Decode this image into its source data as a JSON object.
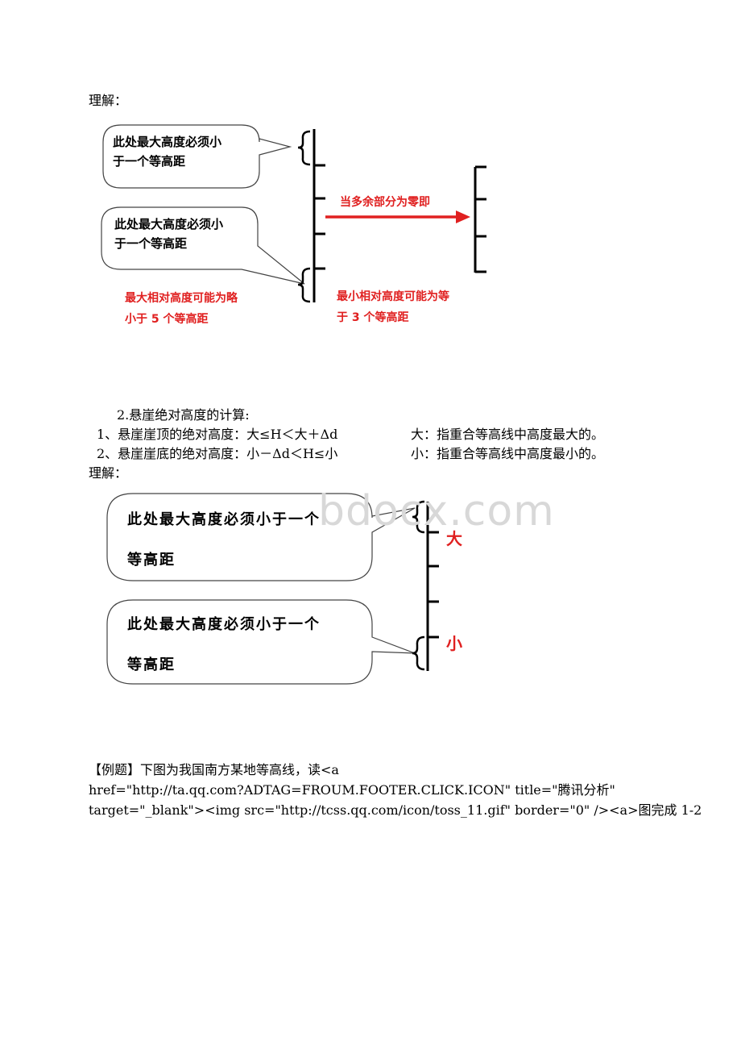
{
  "top": {
    "understanding_label": "理解："
  },
  "diagram1": {
    "callout_top": [
      "此处最大高度必须小",
      "于一个等高距"
    ],
    "callout_bottom": [
      "此处最大高度必须小",
      "于一个等高距"
    ],
    "arrow_label": "当多余部分为零即",
    "note_left": [
      "最大相对高度可能为略",
      "小于 5 个等高距"
    ],
    "note_right": [
      "最小相对高度可能为等",
      "于 3 个等高距"
    ]
  },
  "section2": {
    "heading": "2.悬崖绝对高度的计算:",
    "line1_left": "1、悬崖崖顶的绝对高度：大≤H＜大＋Δd",
    "line1_right": "大：指重合等高线中高度最大的。",
    "line2_left": "2、悬崖崖底的绝对高度：小－Δd＜H≤小",
    "line2_right": "小：指重合等高线中高度最小的。",
    "understanding_label": "理解："
  },
  "diagram2": {
    "callout_top": [
      "此处最大高度必须小于一个",
      "等高距"
    ],
    "callout_bottom": [
      "此处最大高度必须小于一个",
      "等高距"
    ],
    "label_big": "大",
    "label_small": "小",
    "watermark": "bdocx.com"
  },
  "example": {
    "line1": "【例题】下图为我国南方某地等高线，读<a",
    "line2": "href=\"http://ta.qq.com?ADTAG=FROUM.FOOTER.CLICK.ICON\" title=\"腾讯分析\"",
    "line3": "target=\"_blank\"><img src=\"http://tcss.qq.com/icon/toss_11.gif\" border=\"0\" /><a>图完成 1-2"
  }
}
